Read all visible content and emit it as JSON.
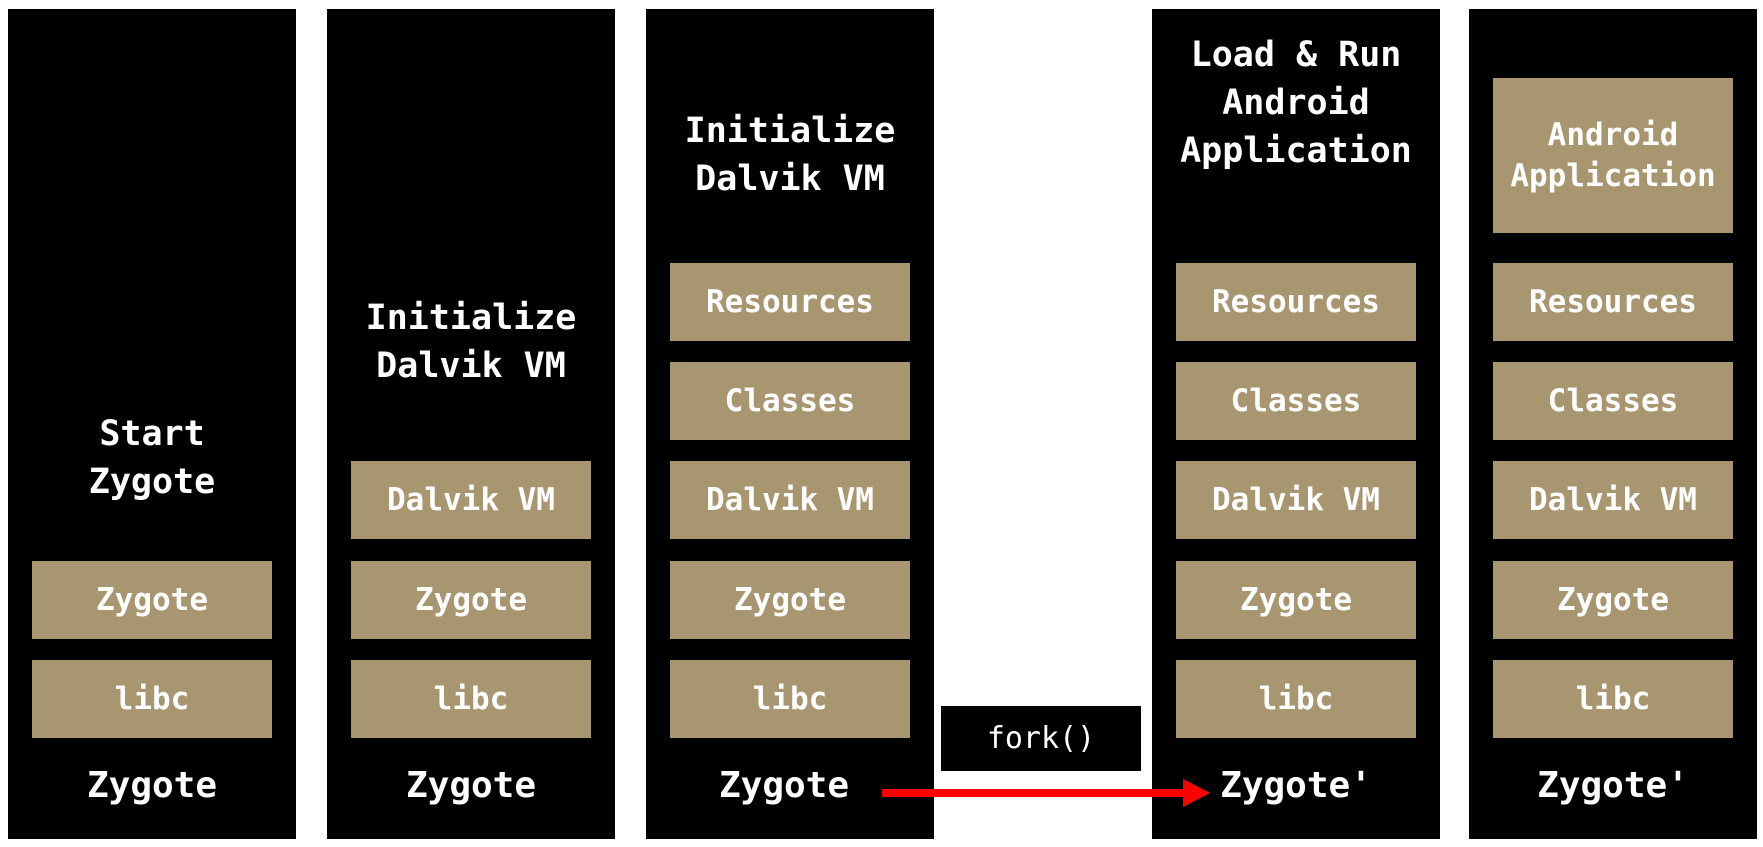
{
  "columns": [
    {
      "title_lines": [
        "Start",
        "Zygote"
      ],
      "layers": [
        "Zygote",
        "libc"
      ],
      "footer": "Zygote"
    },
    {
      "title_lines": [
        "Initialize",
        "Dalvik VM"
      ],
      "layers": [
        "Dalvik VM",
        "Zygote",
        "libc"
      ],
      "footer": "Zygote"
    },
    {
      "title_lines": [
        "Initialize",
        "Dalvik VM"
      ],
      "layers": [
        "Resources",
        "Classes",
        "Dalvik VM",
        "Zygote",
        "libc"
      ],
      "footer": "Zygote"
    },
    {
      "title_lines": [
        "Load & Run",
        "Android",
        "Application"
      ],
      "layers": [
        "Resources",
        "Classes",
        "Dalvik VM",
        "Zygote",
        "libc"
      ],
      "footer": "Zygote'"
    },
    {
      "app_layer_lines": [
        "Android",
        "Application"
      ],
      "layers": [
        "Resources",
        "Classes",
        "Dalvik VM",
        "Zygote",
        "libc"
      ],
      "footer": "Zygote'"
    }
  ],
  "fork_label": "fork()",
  "colors": {
    "column_bg": "#000000",
    "layer_bg": "#a89670",
    "text": "#ffffff",
    "arrow": "#ff0000"
  }
}
